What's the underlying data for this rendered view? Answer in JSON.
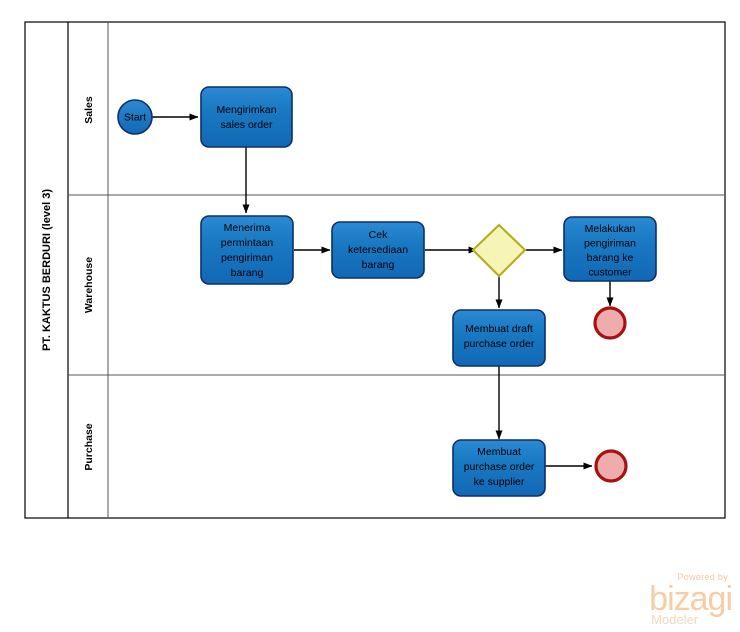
{
  "diagram": {
    "type": "bpmn-process-diagram",
    "pool": {
      "label": "PT. KAKTUS BERDURI (level 3)"
    },
    "lanes": [
      {
        "id": "sales",
        "label": "Sales"
      },
      {
        "id": "warehouse",
        "label": "Warehouse"
      },
      {
        "id": "purchase",
        "label": "Purchase"
      }
    ],
    "nodes": [
      {
        "id": "start",
        "kind": "start-event",
        "lane": "sales",
        "label": "Start"
      },
      {
        "id": "task1",
        "kind": "task",
        "lane": "sales",
        "label": "Mengirimkan sales order",
        "lines": [
          "Mengirimkan",
          "sales order"
        ]
      },
      {
        "id": "task2",
        "kind": "task",
        "lane": "warehouse",
        "label": "Menerima permintaan pengiriman barang",
        "lines": [
          "Menerima",
          "permintaan",
          "pengiriman",
          "barang"
        ]
      },
      {
        "id": "task3",
        "kind": "task",
        "lane": "warehouse",
        "label": "Cek ketersediaan barang",
        "lines": [
          "Cek",
          "ketersediaan",
          "barang"
        ]
      },
      {
        "id": "gateway1",
        "kind": "exclusive-gateway",
        "lane": "warehouse",
        "label": ""
      },
      {
        "id": "task4",
        "kind": "task",
        "lane": "warehouse",
        "label": "Melakukan pengiriman barang ke customer",
        "lines": [
          "Melakukan",
          "pengiriman",
          "barang ke",
          "customer"
        ]
      },
      {
        "id": "end1",
        "kind": "end-event",
        "lane": "warehouse",
        "label": ""
      },
      {
        "id": "task5",
        "kind": "task",
        "lane": "warehouse",
        "label": "Membuat draft purchase order",
        "lines": [
          "Membuat draft",
          "purchase order"
        ]
      },
      {
        "id": "task6",
        "kind": "task",
        "lane": "purchase",
        "label": "Membuat purchase order ke supplier",
        "lines": [
          "Membuat",
          "purchase order",
          "ke supplier"
        ]
      },
      {
        "id": "end2",
        "kind": "end-event",
        "lane": "purchase",
        "label": ""
      }
    ],
    "flows": [
      {
        "from": "start",
        "to": "task1"
      },
      {
        "from": "task1",
        "to": "task2"
      },
      {
        "from": "task2",
        "to": "task3"
      },
      {
        "from": "task3",
        "to": "gateway1"
      },
      {
        "from": "gateway1",
        "to": "task4"
      },
      {
        "from": "gateway1",
        "to": "task5"
      },
      {
        "from": "task4",
        "to": "end1"
      },
      {
        "from": "task5",
        "to": "task6"
      },
      {
        "from": "task6",
        "to": "end2"
      }
    ],
    "colors": {
      "task_fill": "#1a7ac4",
      "task_stroke": "#0d2f6b",
      "start_fill": "#1a7ac4",
      "start_stroke": "#0d2f6b",
      "gateway_fill": "#f7f5b5",
      "gateway_stroke": "#b3ae2a",
      "end_fill": "#eeacac",
      "end_stroke": "#a81111",
      "flow_stroke": "#000000",
      "frame_stroke": "#000000"
    }
  },
  "watermark": {
    "powered_by": "Powered by",
    "brand": "bizagi",
    "product": "Modeler",
    "brand_color": "#f6cda4"
  }
}
